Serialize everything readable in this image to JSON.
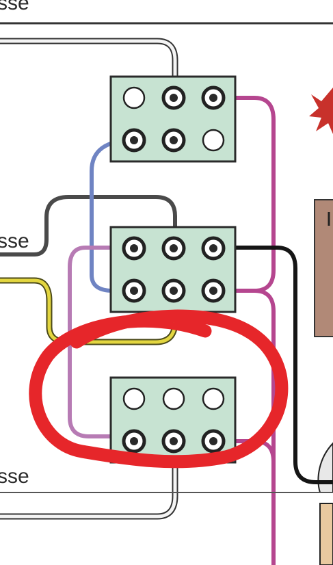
{
  "labels": {
    "top_left": "sse",
    "mid_left": "sse",
    "bottom_left": "sse"
  },
  "colors": {
    "block_fill": "#c7e3d2",
    "block_stroke": "#2a2a2a",
    "wire_white": "#f4f4f4",
    "wire_magenta": "#b5468f",
    "wire_purple_light": "#b77bb4",
    "wire_blue": "#6f84c3",
    "wire_gray": "#4a4a4a",
    "wire_black": "#151515",
    "wire_yellow": "#e3d640",
    "annotation_red": "#e6262a",
    "side_box": "#b18977",
    "lamp_star": "#c8312b"
  },
  "blocks": [
    {
      "name": "switch-block-top",
      "terminals": [
        "open",
        "filled",
        "filled",
        "filled",
        "filled",
        "open"
      ]
    },
    {
      "name": "switch-block-middle",
      "terminals": [
        "filled",
        "filled",
        "filled",
        "filled",
        "filled",
        "filled"
      ]
    },
    {
      "name": "switch-block-bottom",
      "terminals": [
        "open",
        "open",
        "open",
        "filled",
        "filled",
        "filled"
      ]
    }
  ],
  "annotation": {
    "shape": "red-hand-drawn-circle",
    "target": "switch-block-bottom"
  }
}
